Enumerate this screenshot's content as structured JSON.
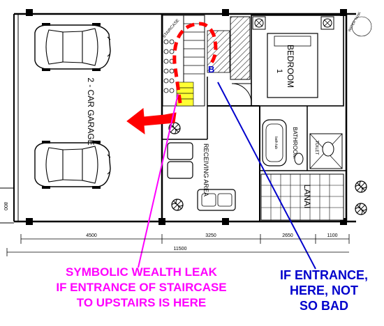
{
  "colors": {
    "wall": "#000000",
    "magenta_annotation": "#ff00ff",
    "blue_annotation": "#0000cc",
    "red_arrow": "#ff0000",
    "stair_highlight": "#ffff33",
    "magenta_label_text": "#ff00ff",
    "blue_label_text": "#0000cc"
  },
  "rooms": {
    "garage": "2 - CAR GARAGE",
    "bedroom": "BEDROOM",
    "bedroom_number": "1",
    "receiving_area": "RECEIVING AREA",
    "bathroom": "BATHROOM",
    "toilet": "TOILET",
    "lanai": "LANAI",
    "water_tank": "WATER TANK",
    "bath_tub": "bath tub",
    "staircase": "STAIRCASE"
  },
  "markers": {
    "point_b": "B"
  },
  "dimensions": {
    "segments": [
      "4500",
      "3250",
      "2650",
      "1100"
    ],
    "total": "11500",
    "left_side": "800"
  },
  "captions": {
    "magenta_lines": [
      "SYMBOLIC WEALTH LEAK",
      "IF ENTRANCE OF STAIRCASE",
      "TO UPSTAIRS IS HERE"
    ],
    "blue_lines": [
      "IF ENTRANCE,",
      "HERE, NOT",
      "SO BAD"
    ]
  },
  "icons": {
    "cars": "car-topview-icon",
    "arrow": "red-exit-arrow-icon",
    "plants": "potted-plant-icon"
  }
}
